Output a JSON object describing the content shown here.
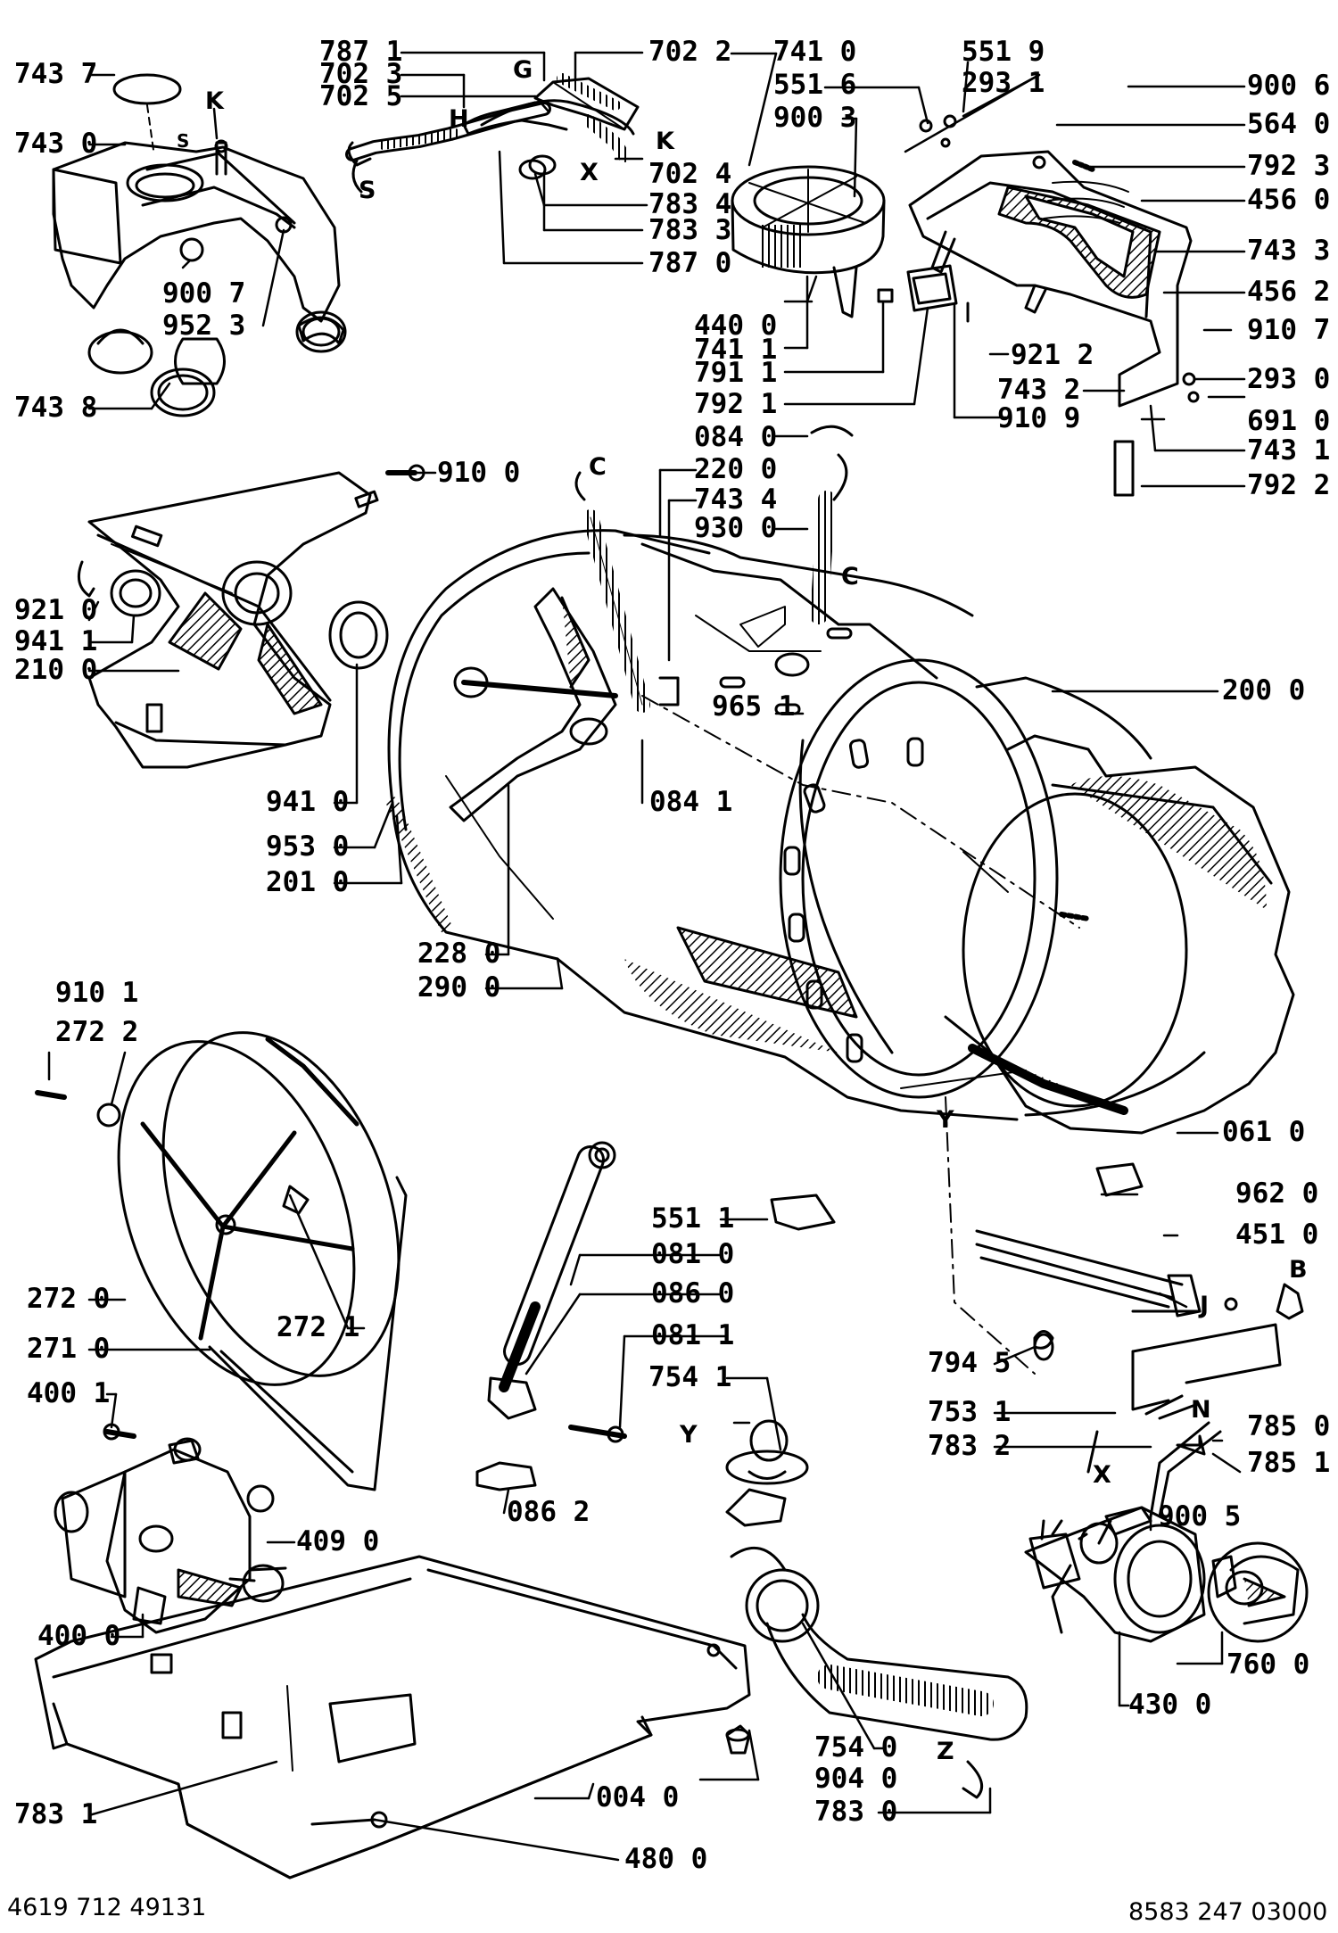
{
  "diagram": {
    "footer": {
      "left_code": "4619 712 49131",
      "right_code": "8583 247 03000"
    },
    "labels": [
      "743 7",
      "743 0",
      "743 8",
      "900 7",
      "952 3",
      "787 1",
      "702 3",
      "702 5",
      "702 2",
      "702 4",
      "783 4",
      "783 3",
      "787 0",
      "741 0",
      "551 6",
      "900 3",
      "551 9",
      "293 1",
      "900 6",
      "564 0",
      "792 3",
      "456 0",
      "743 3",
      "456 2",
      "440 0",
      "741 1",
      "791 1",
      "792 1",
      "921 2",
      "743 2",
      "910 9",
      "910 7",
      "293 0",
      "691 0",
      "743 1",
      "792 2",
      "084 0",
      "220 0",
      "743 4",
      "930 0",
      "910 0",
      "921 0",
      "941 1",
      "210 0",
      "941 0",
      "953 0",
      "201 0",
      "965 1",
      "084 1",
      "228 0",
      "290 0",
      "200 0",
      "061 0",
      "910 1",
      "272 2",
      "272 0",
      "272 1",
      "271 0",
      "400 1",
      "409 0",
      "400 0",
      "551 1",
      "081 0",
      "086 0",
      "081 1",
      "754 1",
      "086 2",
      "962 0",
      "451 0",
      "794 5",
      "753 1",
      "783 2",
      "785 0",
      "785 1",
      "900 5",
      "760 0",
      "430 0",
      "783 1",
      "004 0",
      "904 0",
      "754 0",
      "783 0",
      "480 0"
    ],
    "letters": [
      "K",
      "S",
      "G",
      "H",
      "S",
      "X",
      "K",
      "C",
      "C",
      "B",
      "J",
      "N",
      "Y",
      "Y",
      "X",
      "Z"
    ]
  }
}
